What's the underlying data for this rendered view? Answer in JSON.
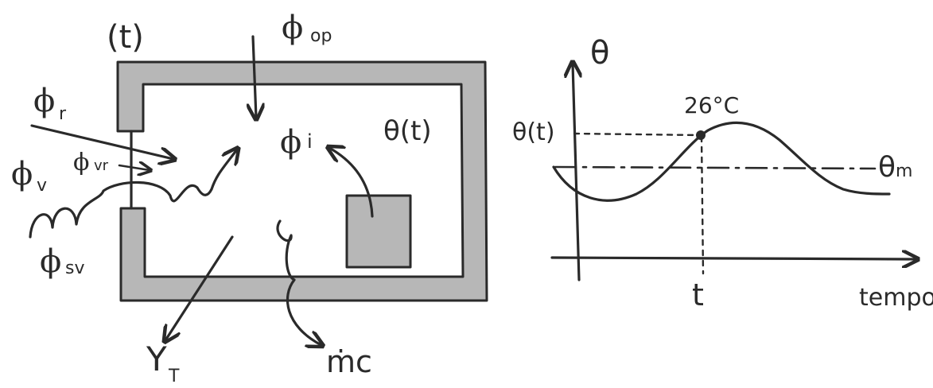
{
  "room": {
    "time_label": "(t)",
    "phi_op": "ϕ",
    "phi_op_sub": "op",
    "phi_r": "ϕ",
    "phi_r_sub": "r",
    "phi_v": "ϕ",
    "phi_v_sub": "v",
    "phi_vr": "ϕ",
    "phi_vr_sub": "vr",
    "phi_sv": "ϕ",
    "phi_sv_sub": "sv",
    "phi_i": "ϕ",
    "phi_i_sub": "i",
    "theta_t": "θ(t)",
    "y_t": "Y",
    "y_t_sub": "T",
    "mc": "ṁc"
  },
  "graph": {
    "y_axis_label": "θ",
    "theta_t_label": "θ(t)",
    "point_label": "26°C",
    "theta_m_label": "θ",
    "theta_m_sub": "m",
    "t_label": "t",
    "x_axis_label": "tempo"
  }
}
